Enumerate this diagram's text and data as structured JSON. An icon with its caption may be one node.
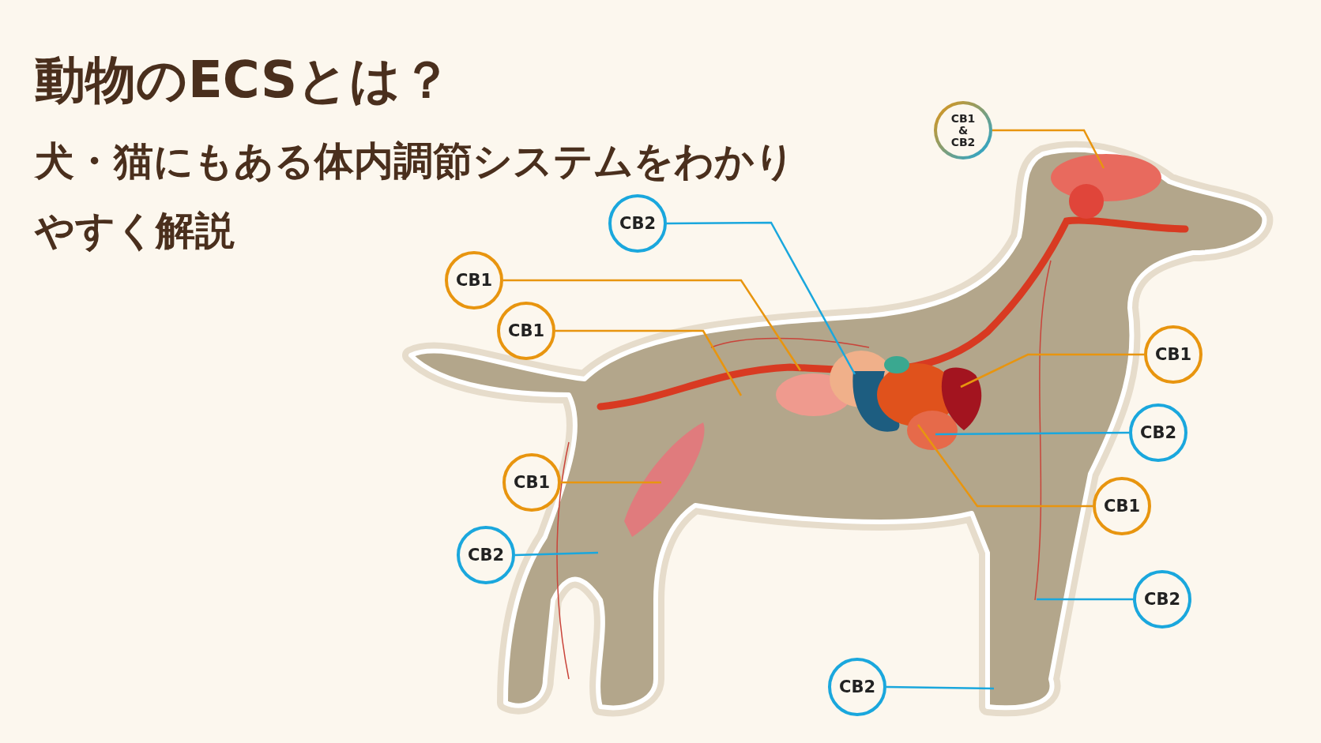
{
  "diagram": {
    "title": "動物のECSとは？",
    "nodes": [
      {
        "text": [
          "CB1 & CB2"
        ]
      },
      {
        "text": [
          "CB2"
        ]
      },
      {
        "text": [
          "CB1"
        ]
      },
      {
        "text": [
          "CB1"
        ]
      },
      {
        "text": [
          "CB1"
        ]
      },
      {
        "text": [
          "CB2"
        ]
      },
      {
        "text": [
          "CB1"
        ]
      },
      {
        "text": [
          "CB1"
        ]
      },
      {
        "text": [
          "CB2"
        ]
      },
      {
        "text": [
          "CB2"
        ]
      },
      {
        "text": [
          "CB2"
        ]
      }
    ],
    "edges": [
      {
        "from": 0,
        "to": null,
        "arrow": "none"
      },
      {
        "from": 1,
        "to": null,
        "arrow": "none",
        "color": "#1aa7dd"
      },
      {
        "from": 2,
        "to": null,
        "arrow": "none"
      },
      {
        "from": 3,
        "to": null,
        "arrow": "none"
      },
      {
        "from": 4,
        "to": null,
        "arrow": "none"
      },
      {
        "from": 5,
        "to": null,
        "arrow": "none",
        "color": "#1aa7dd"
      },
      {
        "from": 6,
        "to": null,
        "arrow": "none"
      },
      {
        "from": 7,
        "to": null,
        "arrow": "none"
      },
      {
        "from": 8,
        "to": null,
        "arrow": "none",
        "color": "#1aa7dd"
      },
      {
        "from": 9,
        "to": null,
        "arrow": "none",
        "color": "#1aa7dd"
      },
      {
        "from": 10,
        "to": null,
        "arrow": "none",
        "color": "#1aa7dd"
      }
    ],
    "labels": [
      "犬・猫にもある体内調節システムをわかりやすく解説"
    ]
  }
}
